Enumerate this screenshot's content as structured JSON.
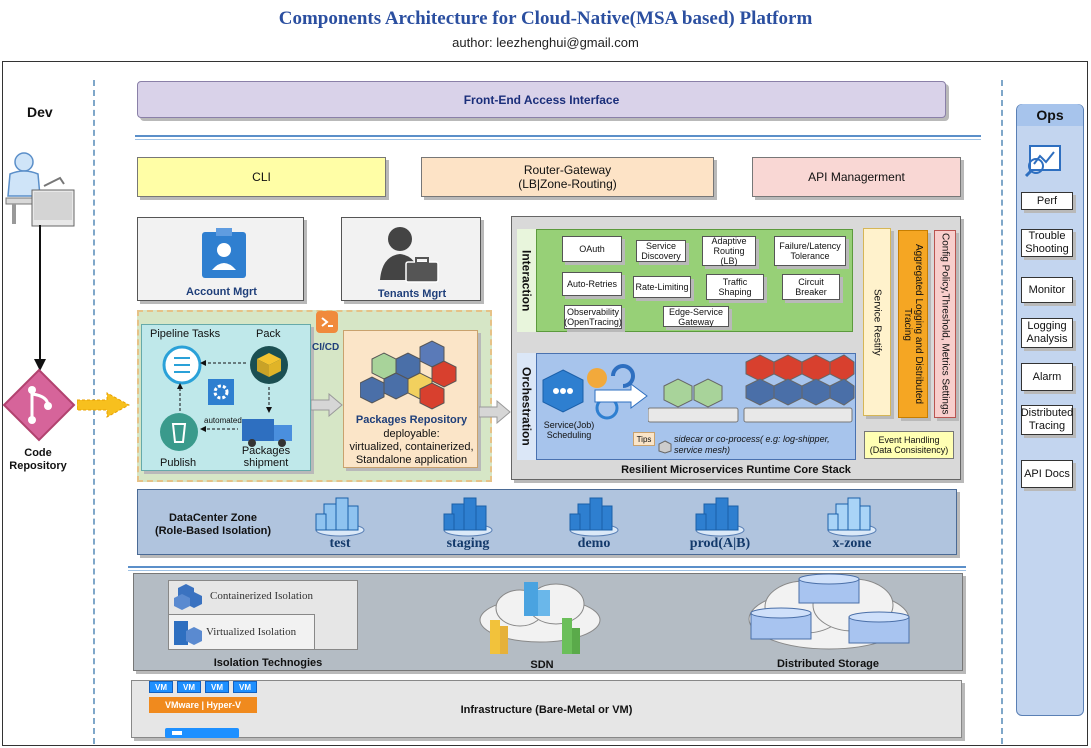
{
  "title": "Components Architecture for Cloud-Native(MSA based) Platform",
  "author": "author: leezhenghui@gmail.com",
  "dev": {
    "label": "Dev",
    "repo_label": "Code Repository"
  },
  "ops": {
    "label": "Ops",
    "items": [
      "Perf",
      "Trouble Shooting",
      "Monitor",
      "Logging Analysis",
      "Alarm",
      "Distributed Tracing",
      "API Docs"
    ]
  },
  "frontend": "Front-End Access Interface",
  "cli": "CLI",
  "router_line1": "Router-Gateway",
  "router_line2": "(LB|Zone-Routing)",
  "api_mgmt": "API Managerment",
  "account_mgrt": "Account Mgrt",
  "tenants_mgrt": "Tenants Mgrt",
  "cicd": {
    "pipeline_tasks": "Pipeline Tasks",
    "pack": "Pack",
    "automated": "automated",
    "publish": "Publish",
    "packages_shipment": "Packages shipment",
    "label": "CI/CD"
  },
  "packages_repo": {
    "title": "Packages Repository",
    "line1": "deployable:",
    "line2": "virtualized, containerized,",
    "line3": "Standalone application"
  },
  "runtime": {
    "title": "Resilient Microservices Runtime Core Stack",
    "interaction": "Interaction",
    "orchestration": "Orchestration",
    "features": [
      "OAuth",
      "Service Discovery",
      "Adaptive Routing (LB)",
      "Failure/Latency Tolerance",
      "Auto-Retries",
      "Rate-Limiting",
      "Traffic Shaping",
      "Circuit Breaker",
      "Observability (OpenTracing)",
      "Edge-Service Gateway"
    ],
    "scheduling_line1": "Service(Job)",
    "scheduling_line2": "Scheduling",
    "tips": "Tips",
    "tips_text": "sidecar or co-process( e.g: log-shipper, service mesh)",
    "service_restify": "Service Restify",
    "aggregated_logging": "Aggregated Logging and Distributed Tracing",
    "config_policy": "Config Policy,Threshold, Metrics Settings",
    "event_line1": "Event Handling",
    "event_line2": "(Data Consisitency)"
  },
  "datacenter": {
    "title_line1": "DataCenter Zone",
    "title_line2": "(Role-Based Isolation)",
    "zones": [
      "test",
      "staging",
      "demo",
      "prod(A|B)",
      "x-zone"
    ]
  },
  "isolation": {
    "containerized": "Containerized Isolation",
    "virtualized": "Virtualized Isolation",
    "label": "Isolation Technogies"
  },
  "sdn": "SDN",
  "storage": "Distributed Storage",
  "infra": {
    "vm": "VM",
    "hypervisor": "VMware | Hyper-V",
    "label": "Infrastructure (Bare-Metal or VM)"
  },
  "colors": {
    "title": "#2b4fa0",
    "frontend": "#d9d2e9",
    "cli": "#fffea6",
    "router": "#fde3c6",
    "api": "#f9d7d4",
    "cicd_bg": "#d6e6c6",
    "interaction": "#97d077",
    "orchestration": "#a7c4ec",
    "datacenter": "#b0c4de",
    "ops_panel": "#c3d5ef",
    "repo": "#d6649a"
  }
}
